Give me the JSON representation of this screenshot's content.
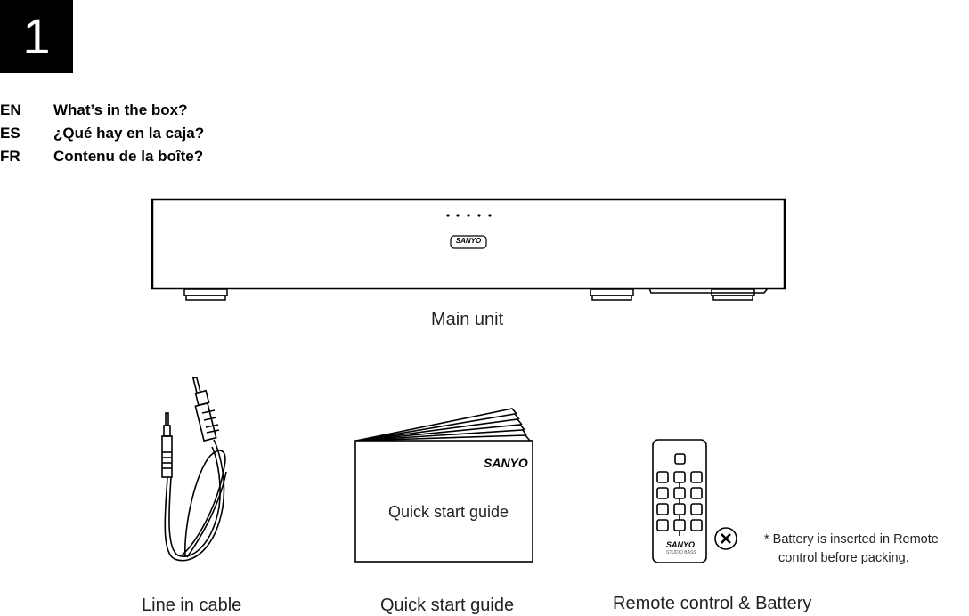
{
  "step": {
    "number": "1"
  },
  "headings": [
    {
      "code": "EN",
      "text": "What’s in the box?"
    },
    {
      "code": "ES",
      "text": "¿Qué hay en la caja?"
    },
    {
      "code": "FR",
      "text": "Contenu de la boîte?"
    }
  ],
  "items": {
    "main_unit": {
      "caption": "Main unit",
      "brand": "SANYO"
    },
    "cable": {
      "caption": "Line in cable"
    },
    "guide": {
      "caption": "Quick start guide",
      "cover_title": "Quick start guide",
      "brand": "SANYO"
    },
    "remote": {
      "caption": "Remote control & Battery",
      "brand": "SANYO",
      "remote_subtext": "STUDIO BASS"
    }
  },
  "note": {
    "line1": "* Battery is inserted in Remote",
    "line2": "control before packing."
  }
}
